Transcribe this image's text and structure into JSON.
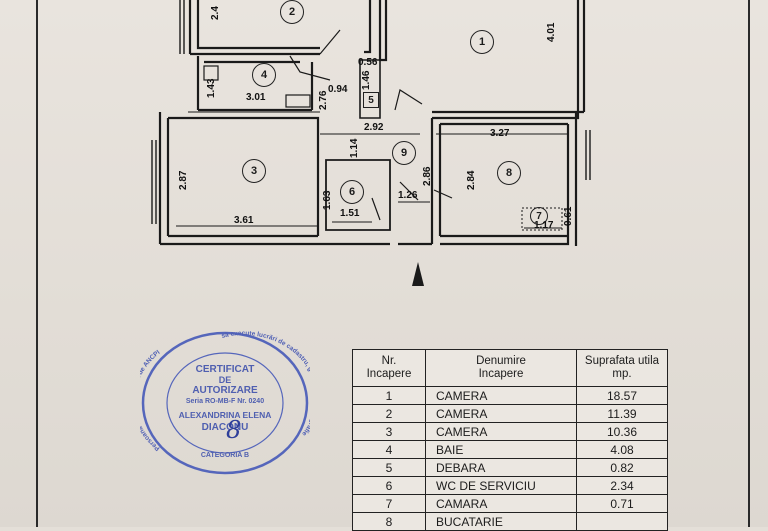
{
  "plan": {
    "room_labels": [
      "1",
      "2",
      "3",
      "4",
      "5",
      "6",
      "7",
      "8",
      "9"
    ],
    "dimensions": {
      "d_2_4": "2.4",
      "d_4_01": "4.01",
      "d_0_56": "0.56",
      "d_1_46": "1.46",
      "d_1_43": "1.43",
      "d_0_94": "0.94",
      "d_3_01": "3.01",
      "d_2_76": "2.76",
      "d_2_92": "2.92",
      "d_1_14": "1.14",
      "d_3_27": "3.27",
      "d_2_87": "2.87",
      "d_2_86": "2.86",
      "d_2_84": "2.84",
      "d_1_63": "1.63",
      "d_1_26": "1.26",
      "d_0_61": "0.61",
      "d_3_61": "3.61",
      "d_1_51": "1.51",
      "d_1_17": "1.17"
    }
  },
  "stamp": {
    "line1": "CERTIFICAT",
    "line2": "DE",
    "line3": "AUTORIZARE",
    "line4": "Seria RO-MB-F Nr. 0240",
    "line5": "ALEXANDRINA ELENA",
    "line6": "DIACONU",
    "line7": "CATEGORIA B",
    "arc_left": "Persoană fizică autorizată de ANCPI",
    "arc_top": "să execute lucrări de cadastru, geodezie și cartografie",
    "signature": "8"
  },
  "table": {
    "headers": {
      "nr": "Nr.\nIncapere",
      "name": "Denumire\nIncapere",
      "area": "Suprafata utila\nmp."
    },
    "rows": [
      {
        "nr": "1",
        "name": "CAMERA",
        "area": "18.57"
      },
      {
        "nr": "2",
        "name": "CAMERA",
        "area": "11.39"
      },
      {
        "nr": "3",
        "name": "CAMERA",
        "area": "10.36"
      },
      {
        "nr": "4",
        "name": "BAIE",
        "area": "4.08"
      },
      {
        "nr": "5",
        "name": "DEBARA",
        "area": "0.82"
      },
      {
        "nr": "6",
        "name": "WC DE SERVICIU",
        "area": "2.34"
      },
      {
        "nr": "7",
        "name": "CAMARA",
        "area": "0.71"
      },
      {
        "nr": "8",
        "name": "BUCATARIE",
        "area": ""
      }
    ]
  }
}
